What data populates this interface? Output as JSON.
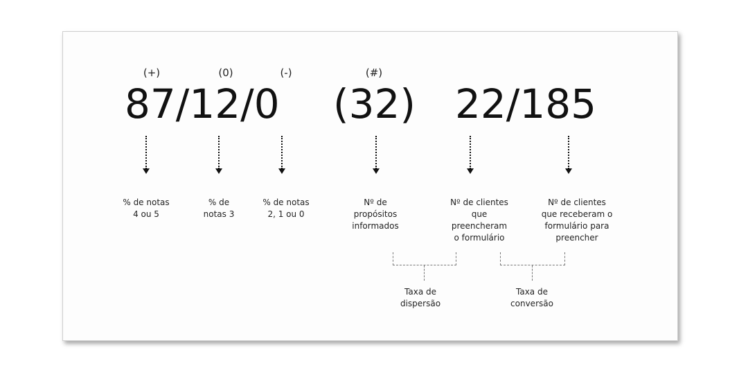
{
  "symbols": {
    "plus": "(+)",
    "zero": "(0)",
    "minus": "(-)",
    "hash": "(#)"
  },
  "formula": {
    "ratings": "87/12/0",
    "purposes": "(32)",
    "conversion": "22/185"
  },
  "labels": {
    "notas_4_5": [
      "% de notas",
      "4 ou 5"
    ],
    "notas_3": [
      "% de",
      "notas 3"
    ],
    "notas_2_1_0": [
      "% de notas",
      "2, 1 ou 0"
    ],
    "propositos": [
      "Nº de",
      "propósitos",
      "informados"
    ],
    "preencheram": [
      "Nº de clientes",
      "que",
      "preencheram",
      "o formulário"
    ],
    "receberam": [
      "Nº de clientes",
      "que receberam o",
      "formulário para",
      "preencher"
    ]
  },
  "brackets": {
    "dispersao": [
      "Taxa de",
      "dispersão"
    ],
    "conversao": [
      "Taxa de",
      "conversão"
    ]
  }
}
